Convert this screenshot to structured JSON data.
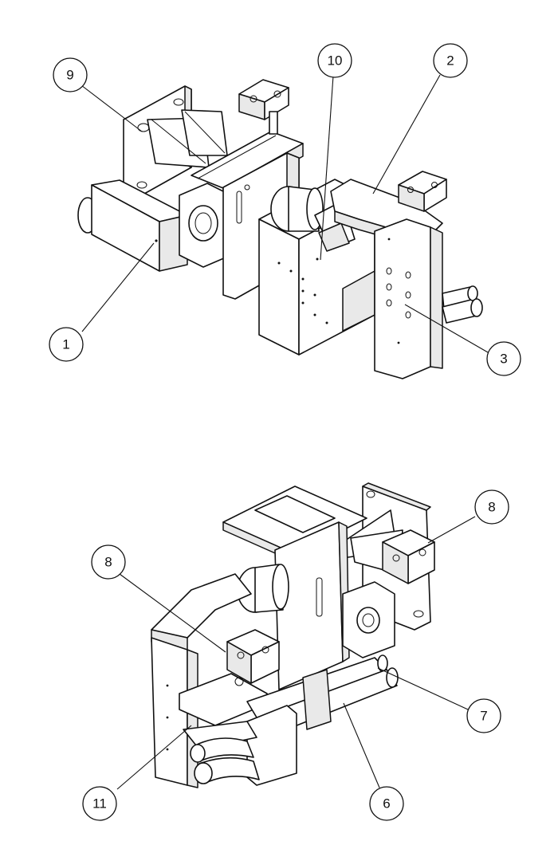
{
  "callouts": {
    "c1": "1",
    "c2": "2",
    "c3": "3",
    "c6": "6",
    "c7": "7",
    "c8a": "8",
    "c8b": "8",
    "c9": "9",
    "c10": "10",
    "c11": "11"
  }
}
